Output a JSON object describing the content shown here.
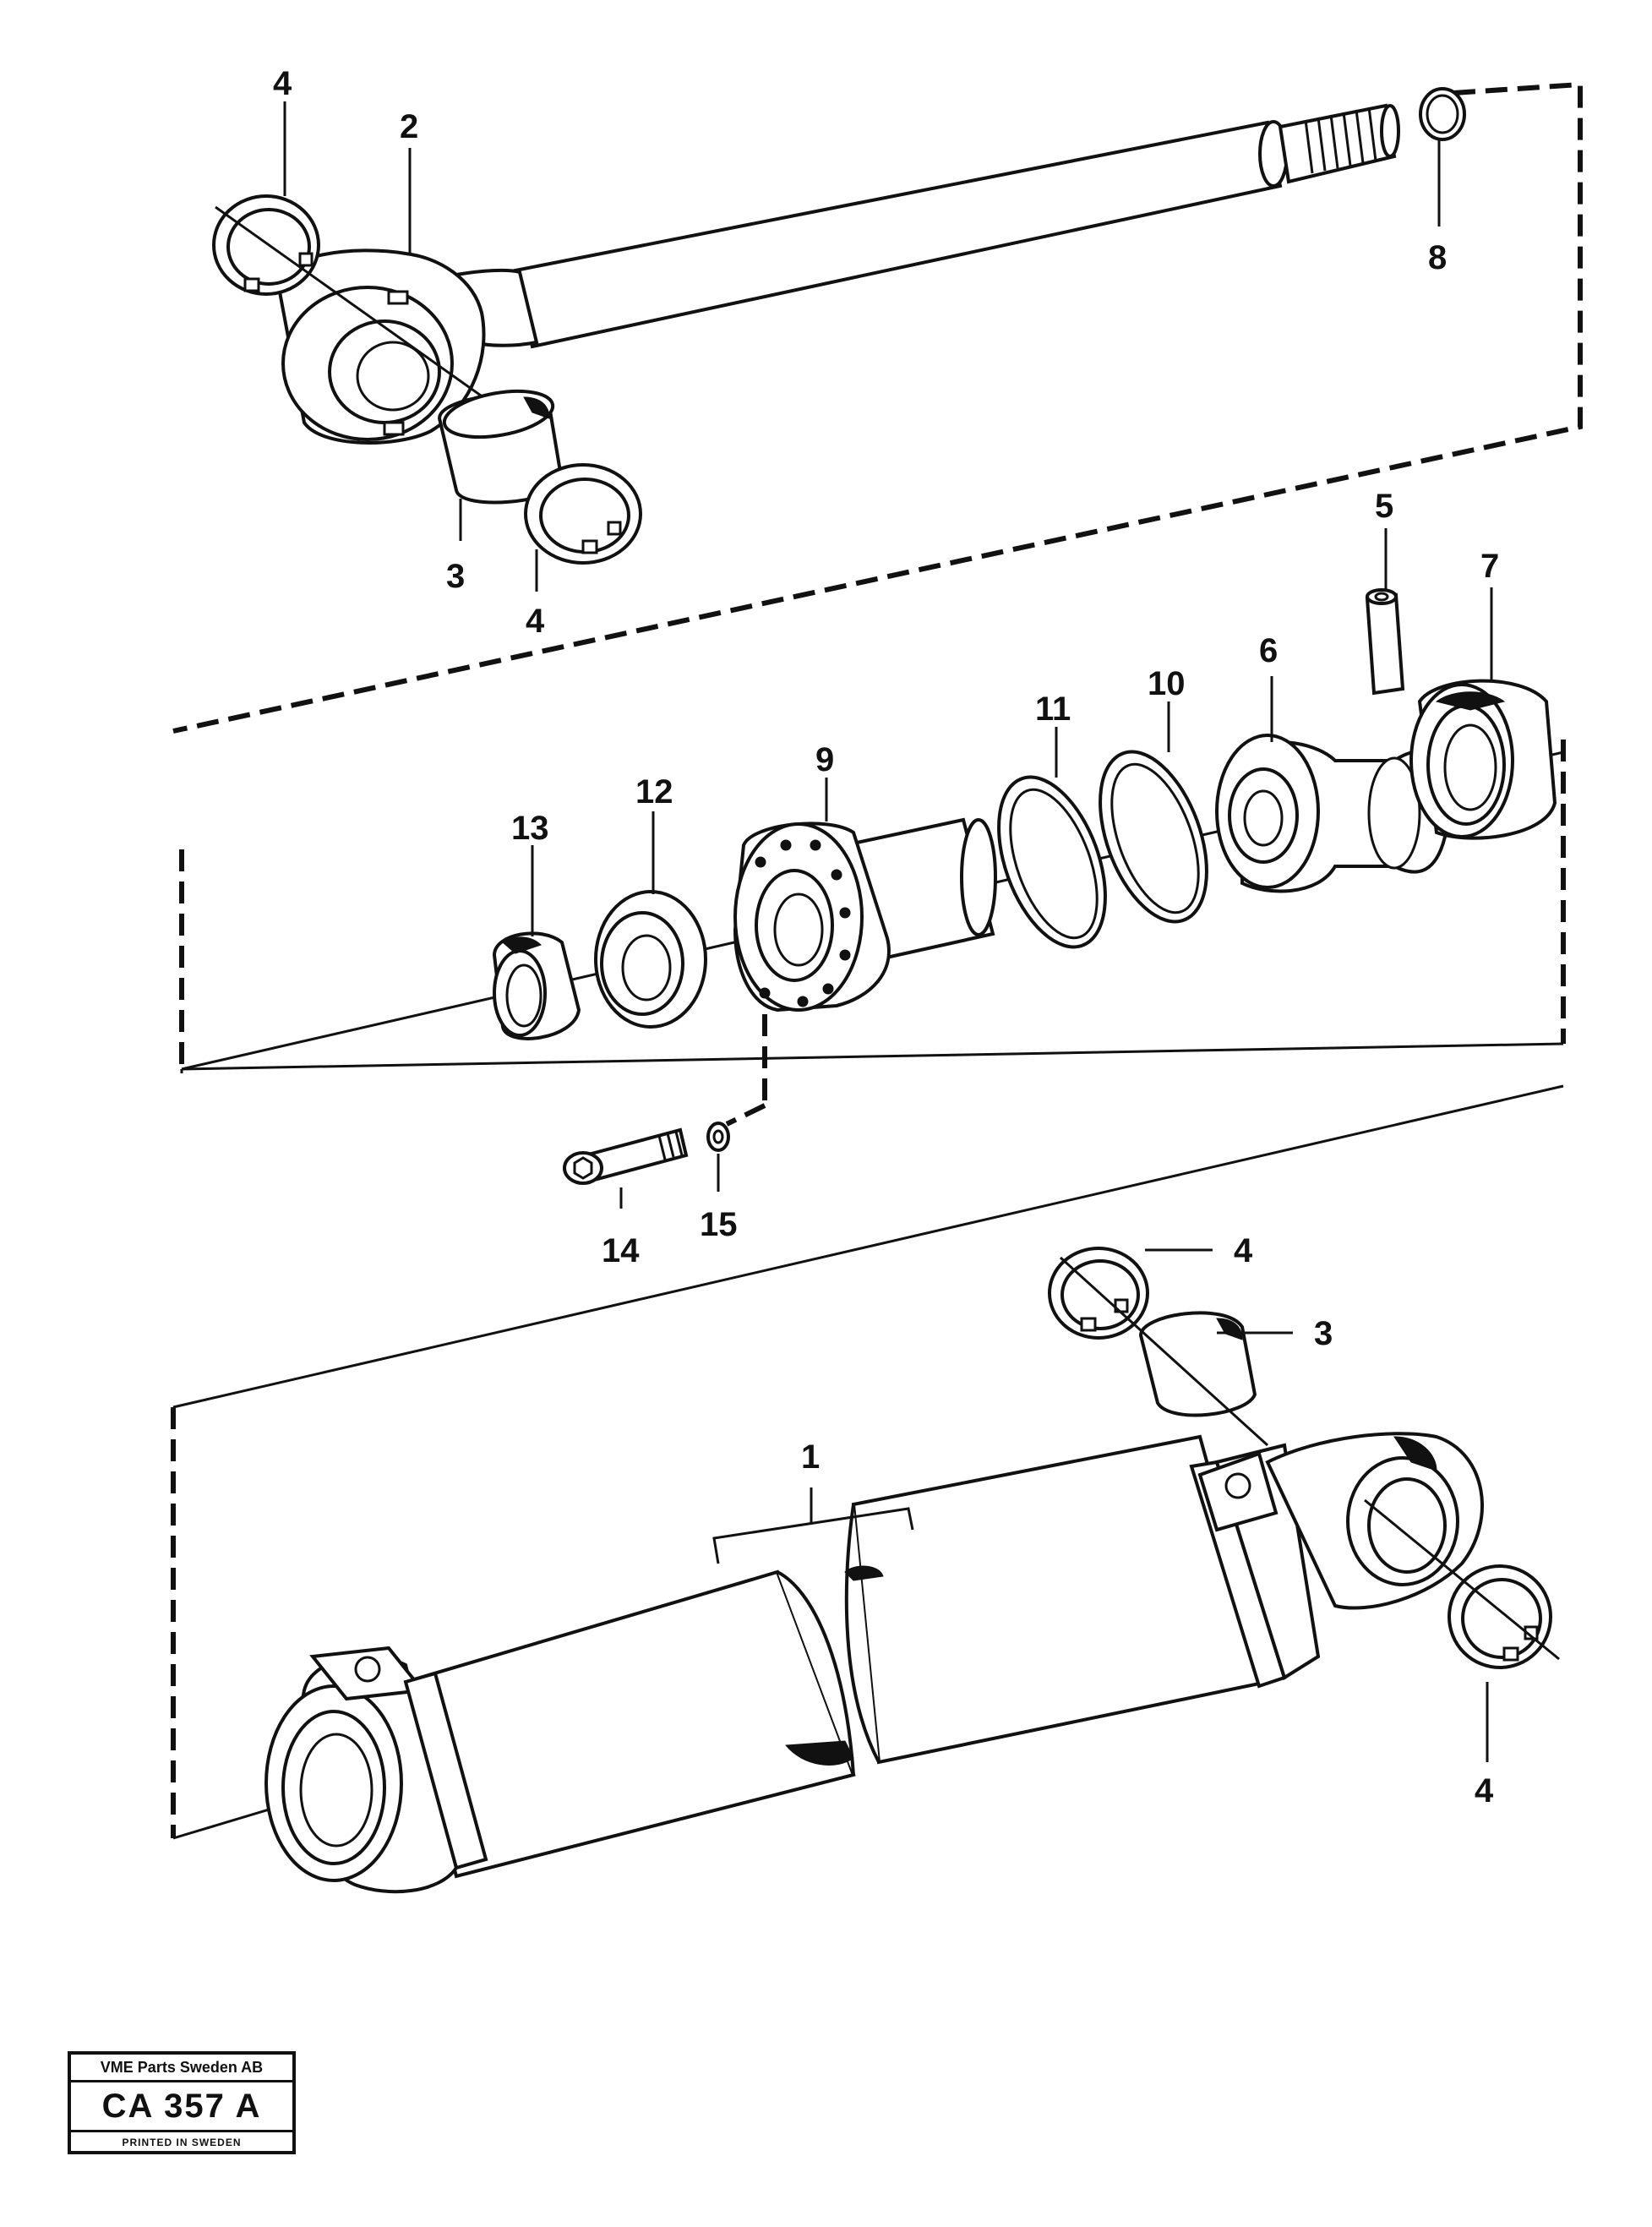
{
  "callouts": {
    "c1": "1",
    "c2": "2",
    "c3_top": "3",
    "c3_bottom": "3",
    "c4_top_left": "4",
    "c4_top_bottom": "4",
    "c4_bottom_top": "4",
    "c4_bottom_right": "4",
    "c5": "5",
    "c6": "6",
    "c7": "7",
    "c8": "8",
    "c9": "9",
    "c10": "10",
    "c11": "11",
    "c12": "12",
    "c13": "13",
    "c14": "14",
    "c15": "15"
  },
  "title_block": {
    "company": "VME Parts Sweden AB",
    "code": "CA  357 A",
    "printed": "PRINTED IN SWEDEN"
  }
}
